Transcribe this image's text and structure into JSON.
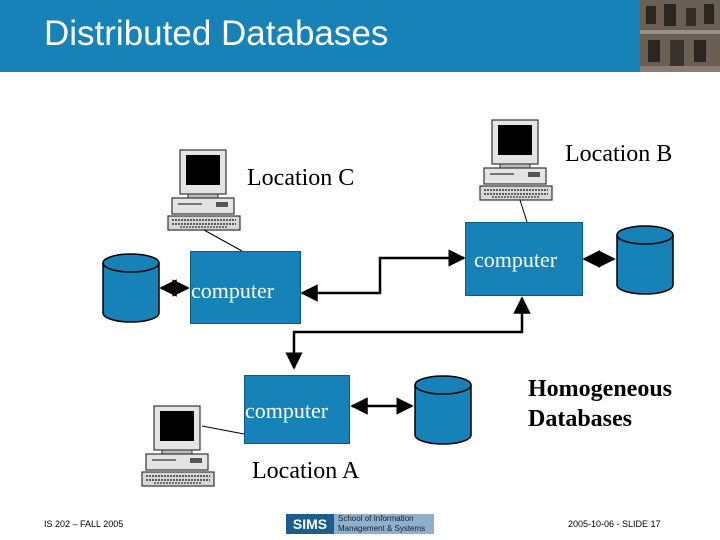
{
  "slide": {
    "title": "Distributed Databases",
    "footer_left": "IS 202 – FALL 2005",
    "footer_right": "2005-10-06 - SLIDE 17",
    "logo": {
      "sims": "SIMS",
      "line1": "School of Information",
      "line2": "Management & Systems"
    }
  },
  "diagram": {
    "location_c": "Location C",
    "location_b": "Location B",
    "location_a": "Location A",
    "computer_c": "computer",
    "computer_b": "computer",
    "computer_a": "computer",
    "note_line1": "Homogeneous",
    "note_line2": "Databases"
  },
  "colors": {
    "header": "#1682b8",
    "box": "#1682b8",
    "db": "#1682b8"
  }
}
